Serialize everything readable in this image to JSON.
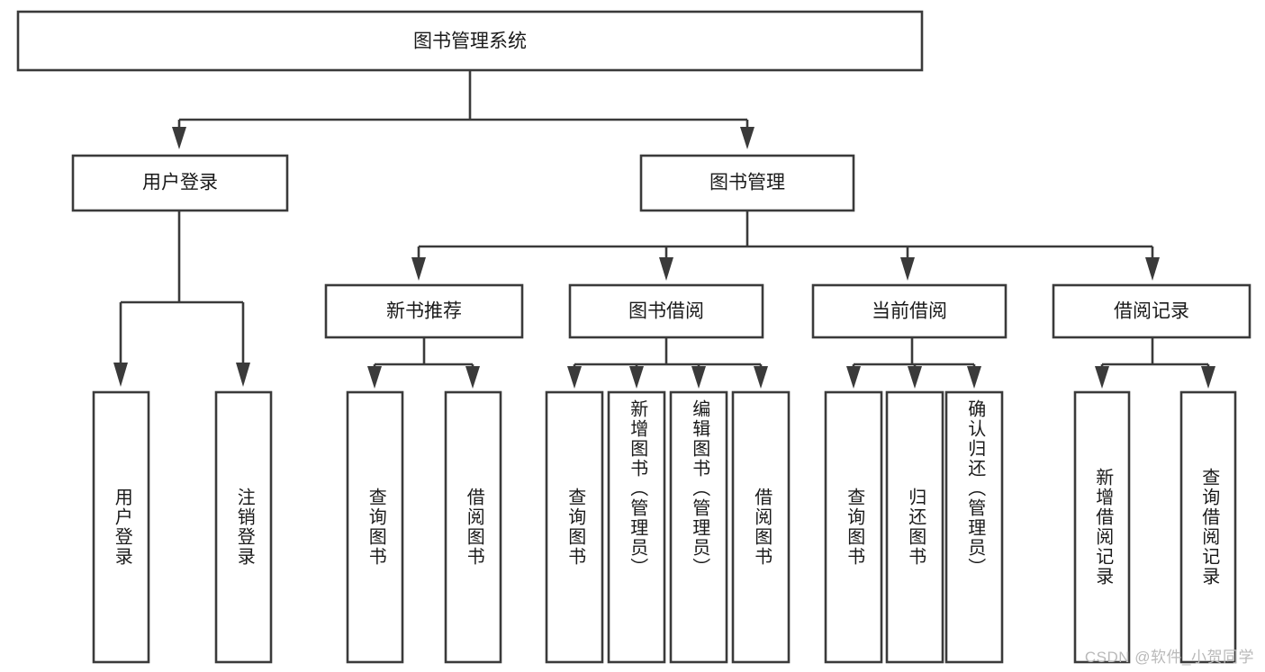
{
  "diagram": {
    "title": "图书管理系统",
    "type": "hierarchy-tree",
    "watermark": "CSDN @软件_小贺同学",
    "colors": {
      "box_stroke": "#3a3a3a",
      "box_fill": "#ffffff",
      "text": "#1a1a1a",
      "background": "#ffffff",
      "watermark": "#b9b9b9"
    },
    "root": {
      "label": "图书管理系统"
    },
    "level2": [
      {
        "label": "用户登录"
      },
      {
        "label": "图书管理"
      }
    ],
    "level3": [
      {
        "label": "新书推荐"
      },
      {
        "label": "图书借阅"
      },
      {
        "label": "当前借阅"
      },
      {
        "label": "借阅记录"
      }
    ],
    "leaves": {
      "user_login": [
        {
          "label": "用户登录"
        },
        {
          "label": "注销登录"
        }
      ],
      "new_book_recommend": [
        {
          "label": "查询图书"
        },
        {
          "label": "借阅图书"
        }
      ],
      "book_borrow": [
        {
          "label": "查询图书"
        },
        {
          "label": "新增图书（管理员）"
        },
        {
          "label": "编辑图书（管理员）"
        },
        {
          "label": "借阅图书"
        }
      ],
      "current_borrow": [
        {
          "label": "查询图书"
        },
        {
          "label": "归还图书"
        },
        {
          "label": "确认归还（管理员）"
        }
      ],
      "borrow_records": [
        {
          "label": "新增借阅记录"
        },
        {
          "label": "查询借阅记录"
        }
      ]
    }
  }
}
